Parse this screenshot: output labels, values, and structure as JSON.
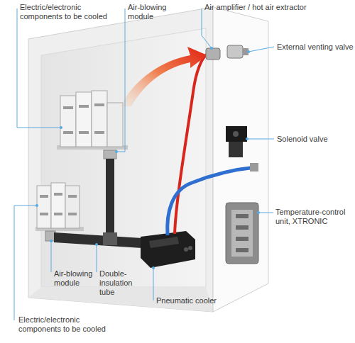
{
  "diagram": {
    "labels": [
      "Electric/electronic components to be cooled",
      "Air-blowing module",
      "Air amplifier / hot air extractor",
      "External venting valve",
      "Solenoid valve",
      "Temperature-control unit, XTRONIC",
      "Electric/electronic components to be cooled",
      "Air-blowing module",
      "Double-insulation tube",
      "Pneumatic cooler"
    ]
  }
}
